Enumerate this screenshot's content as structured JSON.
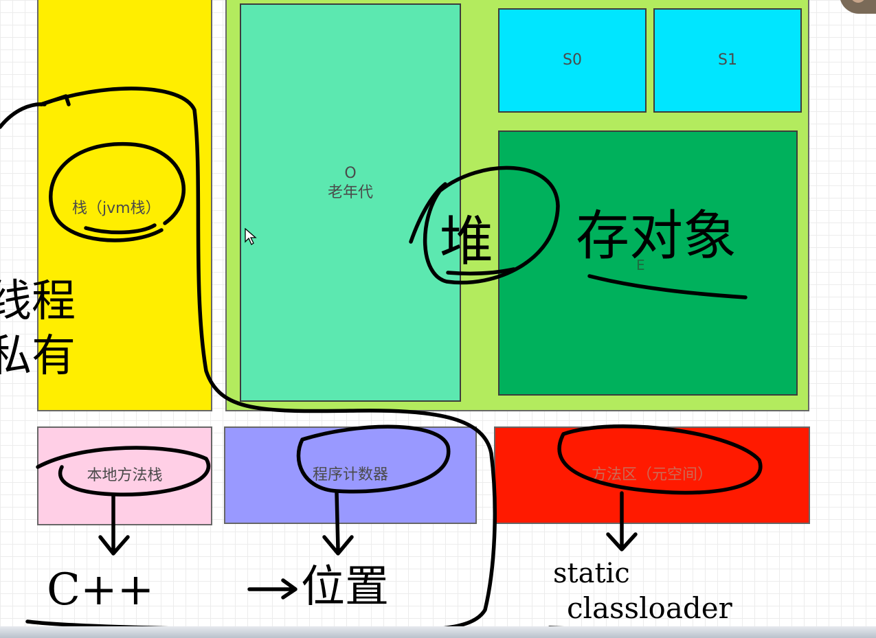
{
  "diagram": {
    "stack": "栈（jvm栈）",
    "old_gen_letter": "O",
    "old_gen": "老年代",
    "s0": "S0",
    "s1": "S1",
    "eden": "E",
    "native_stack": "本地方法栈",
    "program_counter": "程序计数器",
    "method_area": "方法区（元空间）"
  },
  "annotations": {
    "heap_char": "堆",
    "stores_objects": "存对象",
    "thread_private_line1": "线程",
    "thread_private_line2": "私有",
    "cpp": "C++",
    "position": "位置",
    "static": "static",
    "classloader": "classloader"
  },
  "colors": {
    "stack": "#ffee00",
    "heap": "#b3eb5e",
    "old_gen": "#5ce8b0",
    "survivor": "#00e6ff",
    "eden": "#00b15c",
    "native_stack": "#ffcfe6",
    "program_counter": "#9999ff",
    "method_area": "#ff1a00",
    "ink": "#000000"
  },
  "icons": {
    "cursor": "mouse-pointer-icon",
    "avatar": "presenter-avatar"
  }
}
